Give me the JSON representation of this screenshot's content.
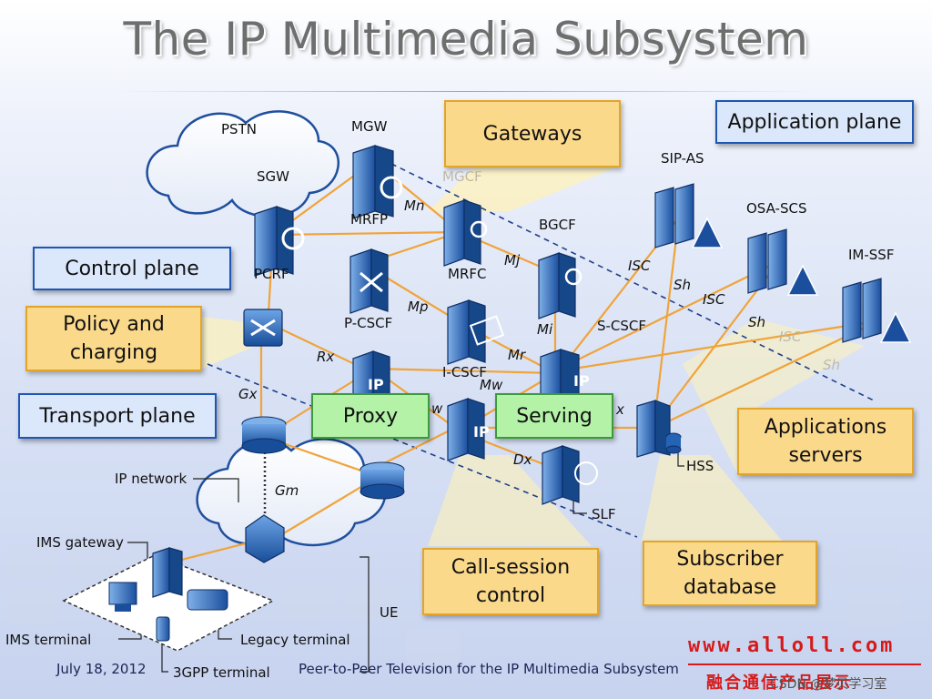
{
  "title": "The IP Multimedia Subsystem",
  "boxes": {
    "gateways": "Gateways",
    "application_plane": "Application plane",
    "control_plane": "Control plane",
    "policy_charging": "Policy and\ncharging",
    "transport_plane": "Transport plane",
    "proxy": "Proxy",
    "serving": "Serving",
    "applications_servers": "Applications\nservers",
    "call_session_control": "Call-session\ncontrol",
    "subscriber_database": "Subscriber\ndatabase"
  },
  "nodes": {
    "pstn": "PSTN",
    "sgw": "SGW",
    "mgw": "MGW",
    "mgcf": "MGCF",
    "mrfp": "MRFP",
    "bgcf": "BGCF",
    "mrfc": "MRFC",
    "pcrf": "PCRF",
    "pcscf": "P-CSCF",
    "icscf": "I-CSCF",
    "scscf": "S-CSCF",
    "sip_as": "SIP-AS",
    "osa_scs": "OSA-SCS",
    "im_ssf": "IM-SSF",
    "hss": "HSS",
    "slf": "SLF",
    "ip_network": "IP network",
    "ims_gateway": "IMS gateway",
    "ims_terminal": "IMS terminal",
    "legacy_terminal": "Legacy terminal",
    "gpp_terminal": "3GPP terminal",
    "ue": "UE"
  },
  "interfaces": {
    "mn": "Mn",
    "mj": "Mj",
    "mp": "Mp",
    "mi": "Mi",
    "mr": "Mr",
    "rx": "Rx",
    "gx": "Gx",
    "mw": "Mw",
    "w": "w",
    "cx": "x",
    "dx": "Dx",
    "gm": "Gm",
    "isc1": "ISC",
    "sh1": "Sh",
    "isc2": "ISC",
    "sh2": "Sh",
    "isc3": "ISC",
    "sh3": "Sh"
  },
  "footer": {
    "date": "July 18, 2012",
    "subtitle": "Peer-to-Peer Television for the IP Multimedia Subsystem"
  },
  "watermark": {
    "url": "www.alloll.com",
    "cn": "融合通信产品展示",
    "csdn": "CSDN @梦贝学习室"
  },
  "colors": {
    "link": "#f0a43a",
    "plane_divider": "#1f3f8a",
    "node_blue": "#1f5fae",
    "label_blue_border": "#1d56b4",
    "label_yellow_fill": "#fbd98b",
    "label_green_fill": "#b4f2a8",
    "watermark_red": "#d61a1a"
  }
}
